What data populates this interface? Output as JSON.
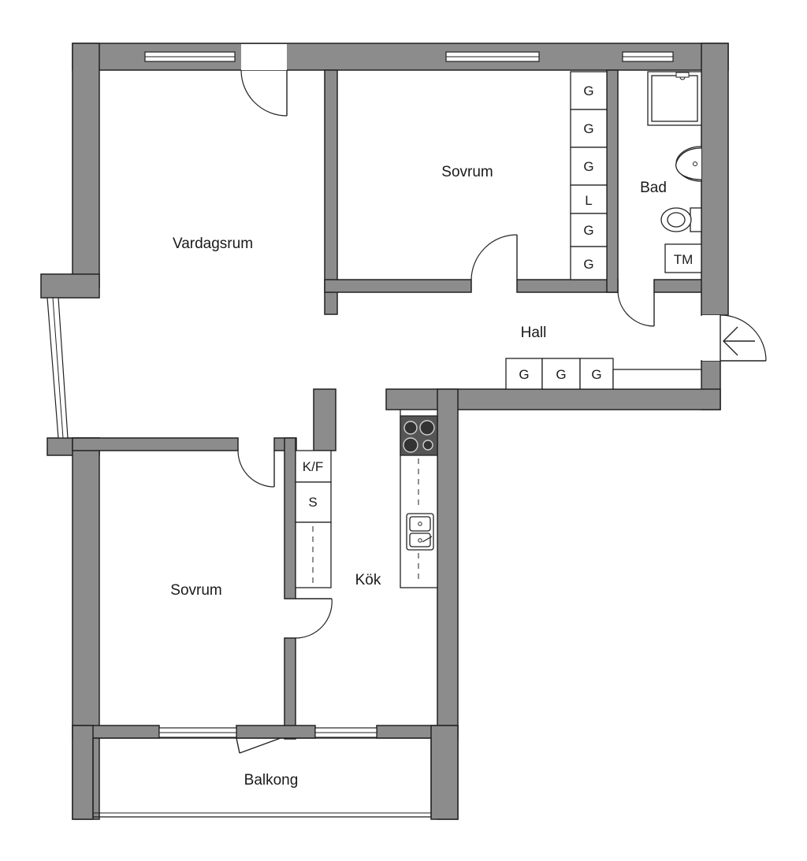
{
  "rooms": {
    "living": "Vardagsrum",
    "bedroom_top": "Sovrum",
    "bath": "Bad",
    "hall": "Hall",
    "bedroom_bottom": "Sovrum",
    "kitchen": "Kök",
    "balcony": "Balkong"
  },
  "bedroom_wardrobes": [
    "G",
    "G",
    "G",
    "L",
    "G",
    "G"
  ],
  "hall_wardrobes": [
    "G",
    "G",
    "G"
  ],
  "bath_fixtures": {
    "washer": "TM"
  },
  "kitchen_fixtures": {
    "fridge_freezer": "K/F",
    "cabinet": "S"
  },
  "colors": {
    "wall": "#8c8c8c",
    "line": "#222222",
    "hob": "#555555"
  }
}
